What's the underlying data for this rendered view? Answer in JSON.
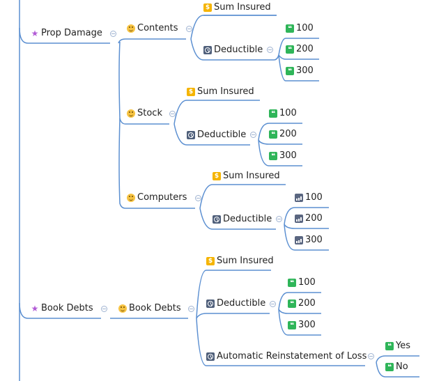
{
  "colors": {
    "line": "#5b8fd1",
    "star": "#b25bd6",
    "dollar": "#f5b400",
    "quote": "#2fb559",
    "clock": "#4f5f7a"
  },
  "nodes": {
    "prop_damage": {
      "label": "Prop Damage",
      "icon": "star-icon"
    },
    "contents": {
      "label": "Contents",
      "icon": "smiley-icon"
    },
    "contents_sum": {
      "label": "Sum Insured",
      "icon": "dollar-icon"
    },
    "contents_ded": {
      "label": "Deductible",
      "icon": "clock-icon"
    },
    "contents_100": {
      "label": "100",
      "icon": "quote-icon"
    },
    "contents_200": {
      "label": "200",
      "icon": "quote-icon"
    },
    "contents_300": {
      "label": "300",
      "icon": "quote-icon"
    },
    "stock": {
      "label": "Stock",
      "icon": "smiley-icon"
    },
    "stock_sum": {
      "label": "Sum Insured",
      "icon": "dollar-icon"
    },
    "stock_ded": {
      "label": "Deductible",
      "icon": "clock-icon"
    },
    "stock_100": {
      "label": "100",
      "icon": "quote-icon"
    },
    "stock_200": {
      "label": "200",
      "icon": "quote-icon"
    },
    "stock_300": {
      "label": "300",
      "icon": "quote-icon"
    },
    "computers": {
      "label": "Computers",
      "icon": "smiley-icon"
    },
    "computers_sum": {
      "label": "Sum Insured",
      "icon": "dollar-icon"
    },
    "computers_ded": {
      "label": "Deductible",
      "icon": "clock-icon"
    },
    "computers_100": {
      "label": "100",
      "icon": "bar-chart-icon"
    },
    "computers_200": {
      "label": "200",
      "icon": "bar-chart-icon"
    },
    "computers_300": {
      "label": "300",
      "icon": "bar-chart-icon"
    },
    "book_debts_root": {
      "label": "Book Debts",
      "icon": "star-icon"
    },
    "book_debts": {
      "label": "Book Debts",
      "icon": "smiley-icon"
    },
    "bd_sum": {
      "label": "Sum Insured",
      "icon": "dollar-icon"
    },
    "bd_ded": {
      "label": "Deductible",
      "icon": "clock-icon"
    },
    "bd_100": {
      "label": "100",
      "icon": "quote-icon"
    },
    "bd_200": {
      "label": "200",
      "icon": "quote-icon"
    },
    "bd_300": {
      "label": "300",
      "icon": "quote-icon"
    },
    "bd_auto": {
      "label": "Automatic Reinstatement of Loss",
      "icon": "clock-icon"
    },
    "bd_yes": {
      "label": "Yes",
      "icon": "quote-icon"
    },
    "bd_no": {
      "label": "No",
      "icon": "quote-icon"
    }
  }
}
